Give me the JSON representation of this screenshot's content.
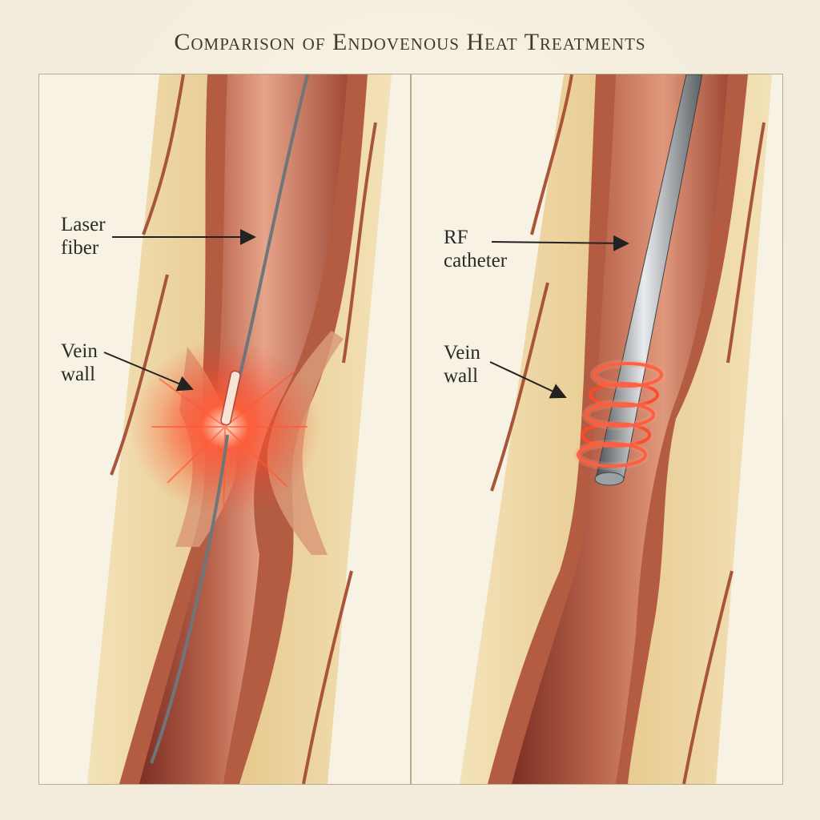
{
  "title": "Comparison of Endovenous Heat Treatments",
  "left_panel": {
    "label_device_line1": "Laser",
    "label_device_line2": "fiber",
    "label_wall_line1": "Vein",
    "label_wall_line2": "wall"
  },
  "right_panel": {
    "label_device_line1": "RF",
    "label_device_line2": "catheter",
    "label_wall_line1": "Vein",
    "label_wall_line2": "wall"
  },
  "colors": {
    "tissue_fat": "#e9cf97",
    "vein_wall": "#b8654a",
    "vein_lumen": "#c9846a",
    "vein_dark": "#8a3a2c",
    "heat_glow": "#ff3b20",
    "metal": "#8e9499"
  }
}
